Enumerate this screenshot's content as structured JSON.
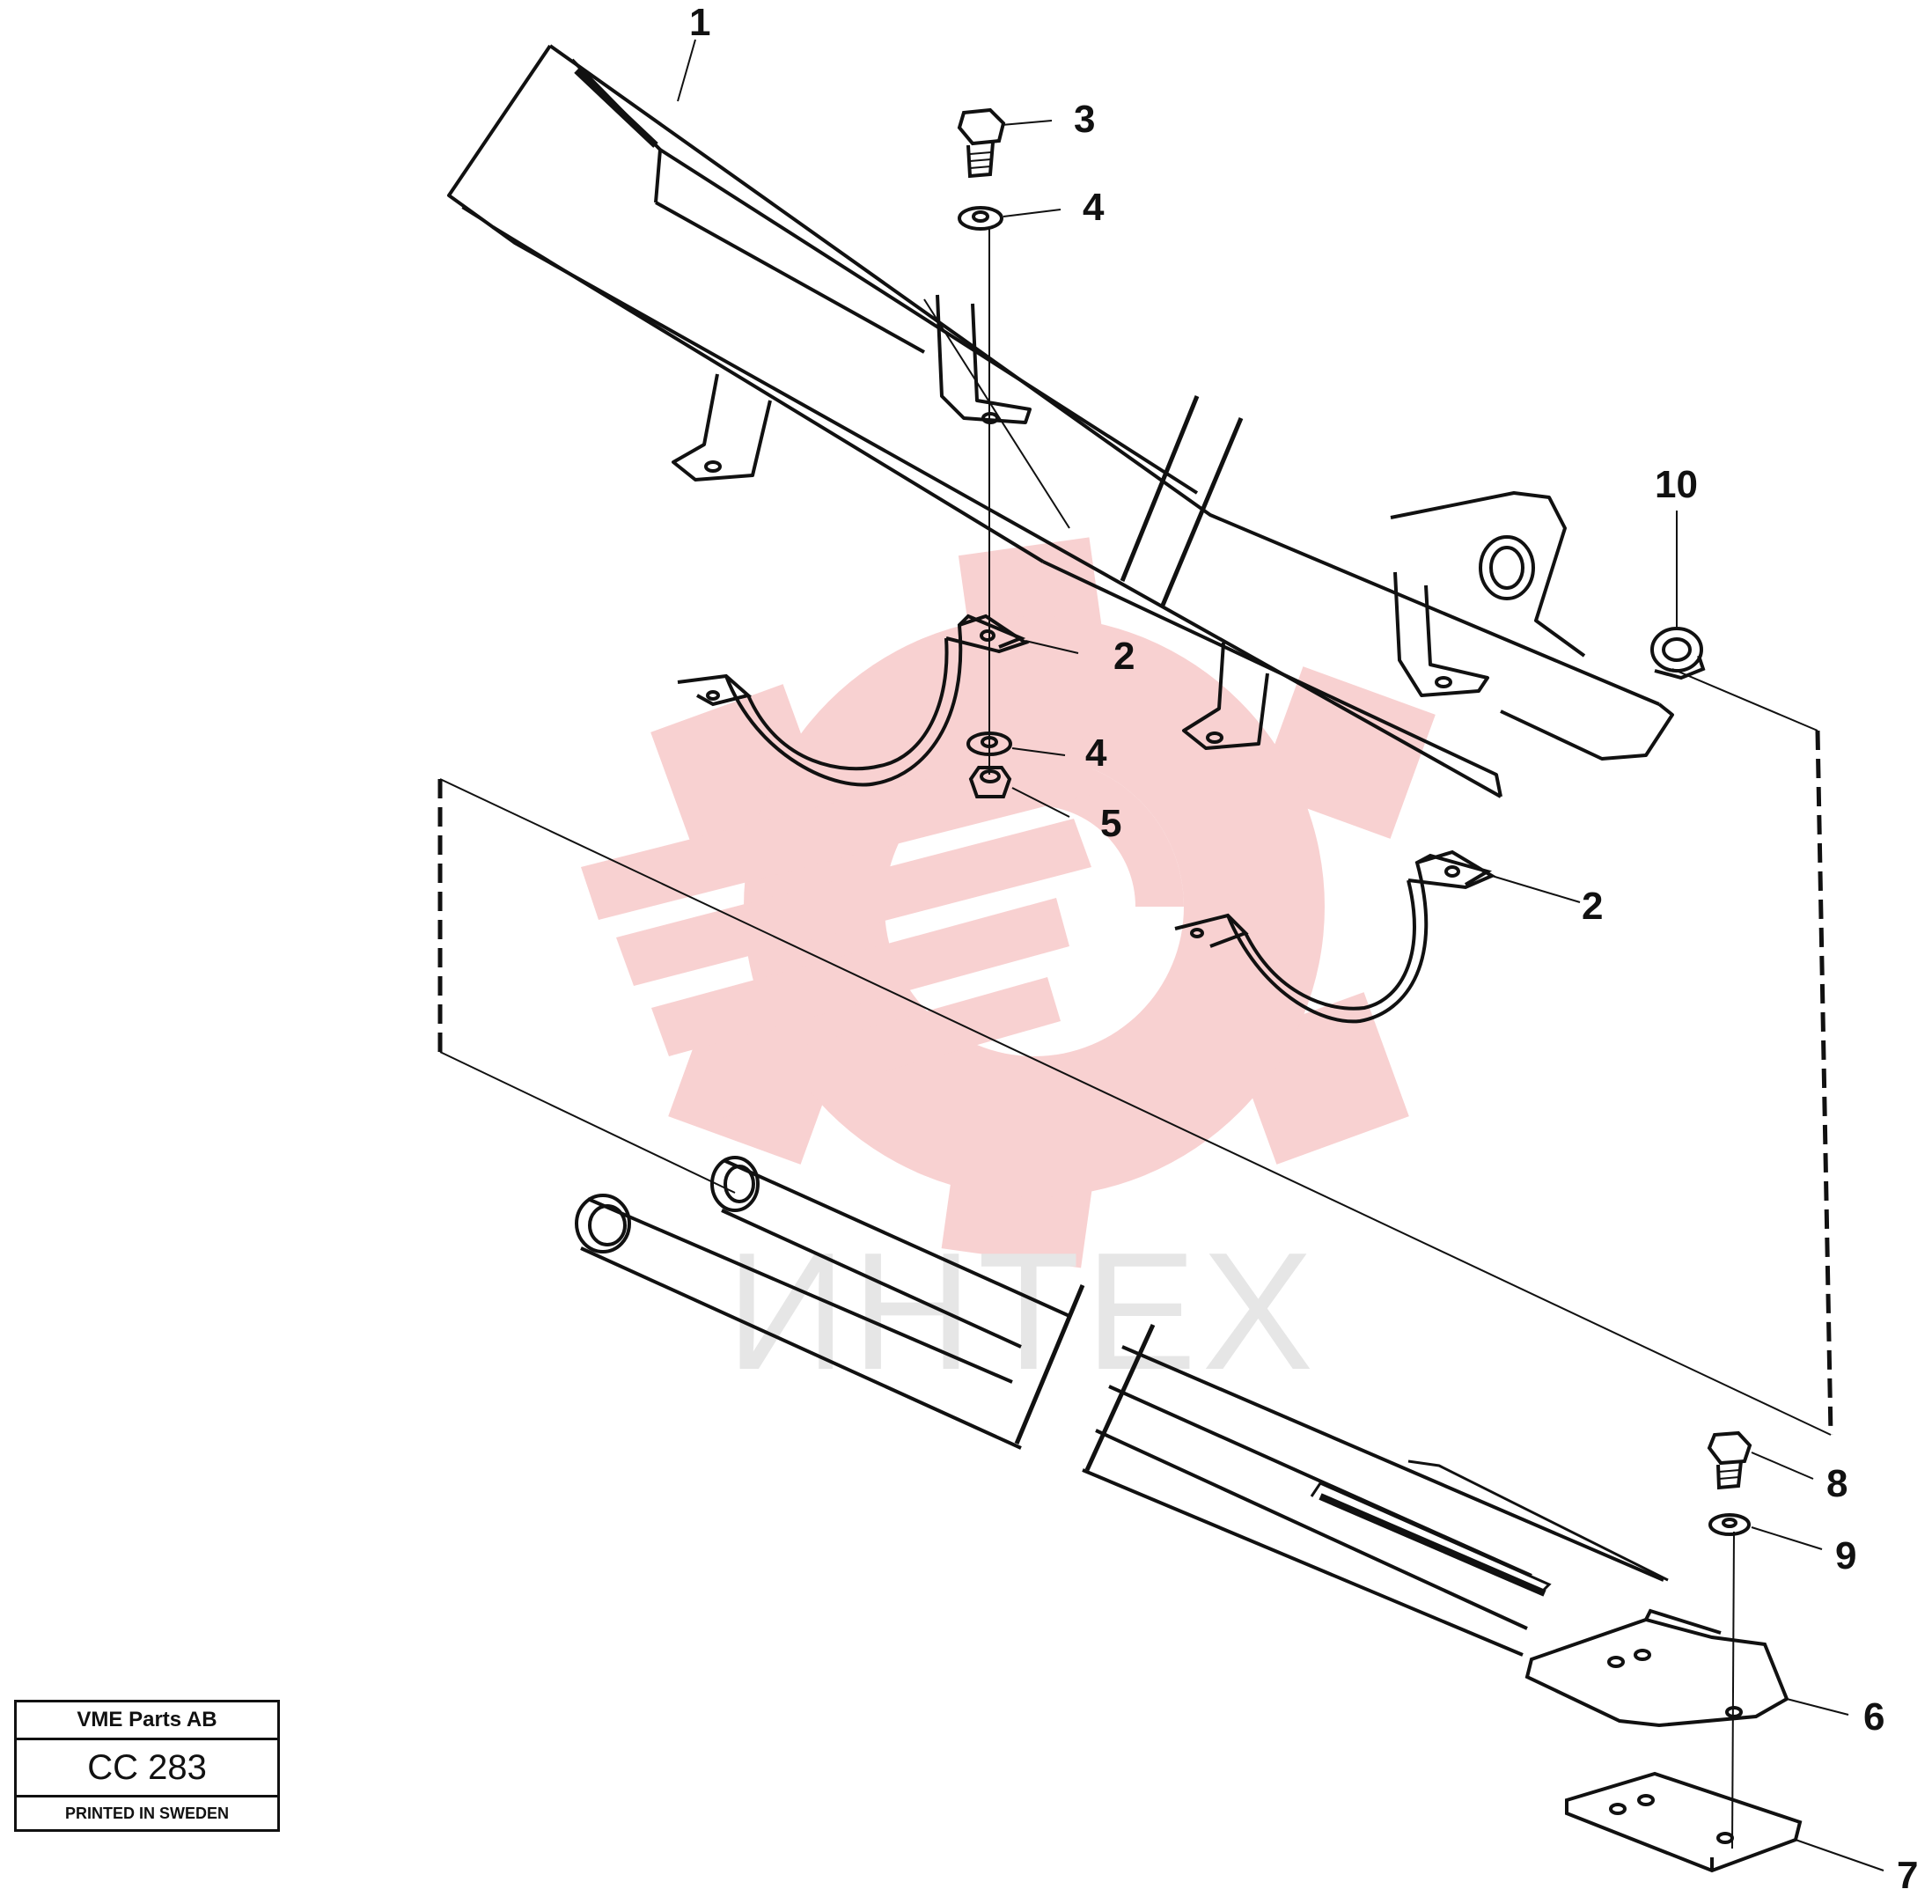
{
  "diagram": {
    "callouts": [
      "1",
      "2",
      "2",
      "3",
      "4",
      "4",
      "5",
      "6",
      "7",
      "8",
      "9",
      "10"
    ],
    "watermark_text": "ИНТЕХ"
  },
  "title_block": {
    "company": "VME Parts AB",
    "code": "CC 283",
    "printed": "PRINTED IN SWEDEN"
  },
  "colors": {
    "line": "#111111",
    "watermark_logo": "#f7c9c9",
    "watermark_text": "#e6e6e6"
  }
}
